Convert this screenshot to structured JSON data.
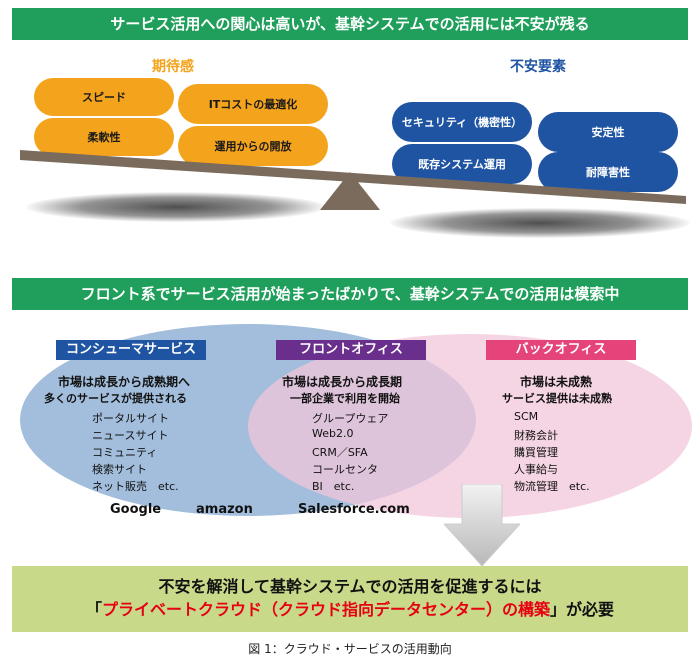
{
  "top_section": {
    "banner": "サービス活用への関心は高いが、基幹システムでの活用には不安が残る",
    "expectation_label": "期待感",
    "anxiety_label": "不安要素",
    "expectation_items": [
      "スピード",
      "ITコストの最適化",
      "柔軟性",
      "運用からの開放"
    ],
    "anxiety_items": [
      "セキュリティ（機密性）",
      "安定性",
      "既存システム運用",
      "耐障害性"
    ]
  },
  "middle_section": {
    "banner": "フロント系でサービス活用が始まったばかりで、基幹システムでの活用は模索中",
    "consumer": {
      "title": "コンシューマサービス",
      "headline": "市場は成長から成熟期へ",
      "subline": "多くのサービスが提供される",
      "items": [
        "ポータルサイト",
        "ニュースサイト",
        "コミュニティ",
        "検索サイト",
        "ネット販売　etc."
      ]
    },
    "front": {
      "title": "フロントオフィス",
      "headline": "市場は成長から成長期",
      "subline": "一部企業で利用を開始",
      "items": [
        "グループウェア",
        "Web2.0",
        "CRM／SFA",
        "コールセンタ",
        "BI　etc."
      ]
    },
    "back": {
      "title": "バックオフィス",
      "headline": "市場は未成熟",
      "subline": "サービス提供は未成熟",
      "items": [
        "SCM",
        "財務会計",
        "購買管理",
        "人事給与",
        "物流管理　etc."
      ]
    },
    "companies": [
      "Google",
      "amazon",
      "Salesforce.com"
    ]
  },
  "bottom_section": {
    "line1": "不安を解消して基幹システムでの活用を促進するには",
    "line2_prefix": "「",
    "line2_highlight": "プライベートクラウド（クラウド指向データセンター）の構築",
    "line2_suffix": "」が必要"
  },
  "caption": "図 1：クラウド・サービスの活用動向",
  "colors": {
    "banner_green": "#1f9f5b",
    "orange": "#f4a31c",
    "blue": "#1f54a3",
    "consumer_header": "#1f54a3",
    "front_header": "#6a2e8c",
    "back_header": "#e4447a",
    "bottom_box": "#c8d98a",
    "highlight_red": "#e60012"
  }
}
